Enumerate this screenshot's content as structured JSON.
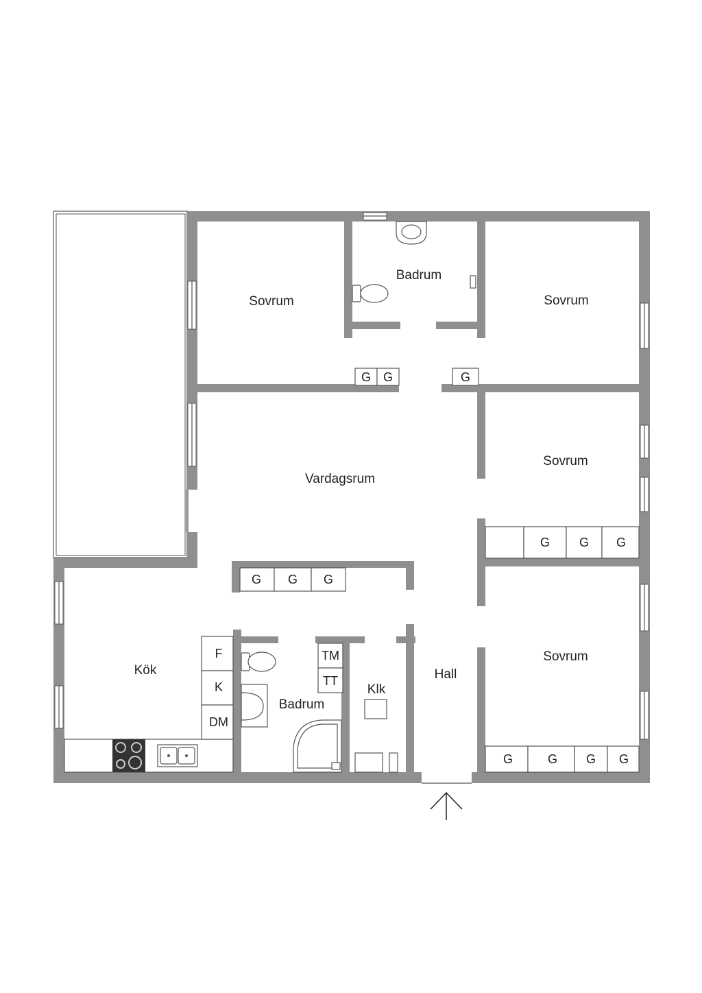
{
  "rooms": {
    "sovrum_1": "Sovrum",
    "badrum_top": "Badrum",
    "sovrum_2": "Sovrum",
    "sovrum_3": "Sovrum",
    "vardagsrum": "Vardagsrum",
    "kok": "Kök",
    "badrum_bottom": "Badrum",
    "klk": "Klk",
    "hall": "Hall",
    "sovrum_4": "Sovrum"
  },
  "storage": {
    "wardrobe": "G",
    "fridge": "F",
    "freezer": "K",
    "dishwasher": "DM",
    "washing_machine": "TM",
    "dryer": "TT"
  },
  "icons": {
    "entrance": "arrow-up-icon"
  },
  "colors": {
    "wall": "#8f8f8f",
    "background": "#ffffff"
  }
}
